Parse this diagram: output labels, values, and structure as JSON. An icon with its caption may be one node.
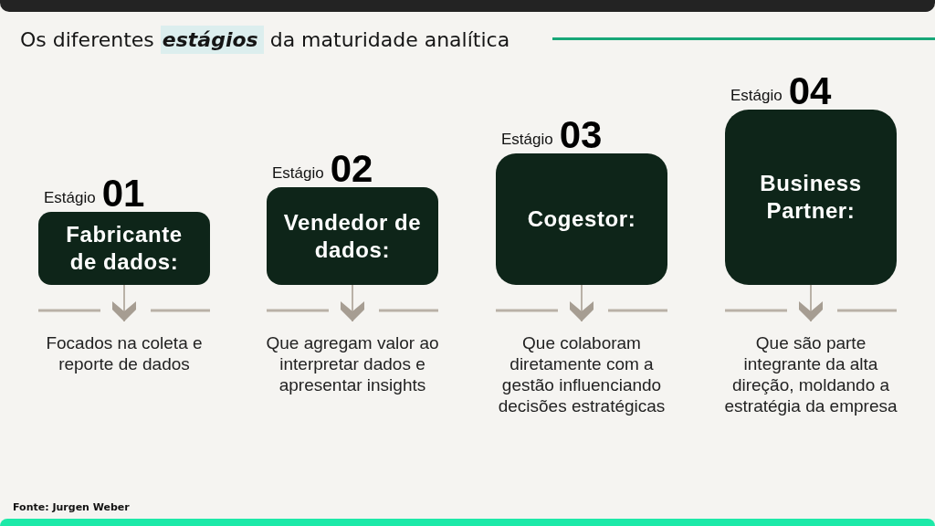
{
  "diagram": {
    "title": "Os diferentes **estágios** da maturidade analítica",
    "nodes": [
      {
        "text": [
          "Estágio",
          "01",
          "Fabricante de dados:"
        ]
      },
      {
        "text": [
          "Estágio",
          "02",
          "Vendedor de dados:"
        ]
      },
      {
        "text": [
          "Estágio",
          "03",
          "Cogestor:"
        ]
      },
      {
        "text": [
          "Estágio",
          "04",
          "Business Partner:"
        ]
      },
      {
        "text": [
          "Focados na coleta e reporte de dados"
        ]
      },
      {
        "text": [
          "Que agregam valor ao interpretar dados e apresentar insights"
        ]
      },
      {
        "text": [
          "Que colaboram diretamente com a gestão influenciando decisões estratégicas"
        ]
      },
      {
        "text": [
          "Que são parte integrante da alta direção, moldando a estratégia da empresa"
        ]
      }
    ],
    "edges": [
      {
        "from": 0,
        "to": 4,
        "arrow": "to"
      },
      {
        "from": 1,
        "to": 5,
        "arrow": "to"
      },
      {
        "from": 2,
        "to": 6,
        "arrow": "to"
      },
      {
        "from": 3,
        "to": 7,
        "arrow": "to"
      }
    ],
    "labels": [
      "Fonte: Jurgen Weber"
    ]
  }
}
